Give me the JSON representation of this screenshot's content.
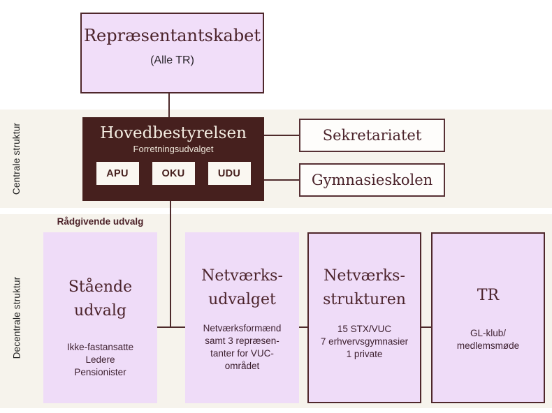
{
  "side_labels": {
    "central": "Centrale struktur",
    "decentral": "Decentrale struktur"
  },
  "top_box": {
    "title": "Repræsentantskabet",
    "subtitle": "(Alle TR)"
  },
  "board_box": {
    "title": "Hovedbestyrelsen",
    "subtitle": "Forretningsudvalget",
    "buttons": [
      "APU",
      "OKU",
      "UDU"
    ]
  },
  "side_boxes": {
    "secretariat": "Sekretariatet",
    "school": "Gymnasieskolen"
  },
  "advisory_label": "Rådgivende udvalg",
  "bottom_boxes": [
    {
      "title_lines": [
        "Stående udvalg"
      ],
      "body_lines": [
        "Ikke-fastansatte",
        "Ledere",
        "Pensionister"
      ]
    },
    {
      "title_lines": [
        "Netværks-",
        "udvalget"
      ],
      "body_lines": [
        "Netværksformænd",
        "samt 3 repræsen-",
        "tanter for VUC-",
        "området"
      ]
    },
    {
      "title_lines": [
        "Netværks-",
        "strukturen"
      ],
      "body_lines": [
        "15 STX/VUC",
        "7 erhvervsgymnasier",
        "1 private"
      ]
    },
    {
      "title_lines": [
        "TR"
      ],
      "body_lines": [
        "GL-klub/",
        "medlemsmøde"
      ]
    }
  ],
  "colors": {
    "purple_light": "#f1def9",
    "purple_boxes": "#efdcf8",
    "dark_board": "#46201e",
    "maroon_border": "#4f272b",
    "maroon_text": "#4b232b",
    "cream_band": "#f6f3ec"
  }
}
